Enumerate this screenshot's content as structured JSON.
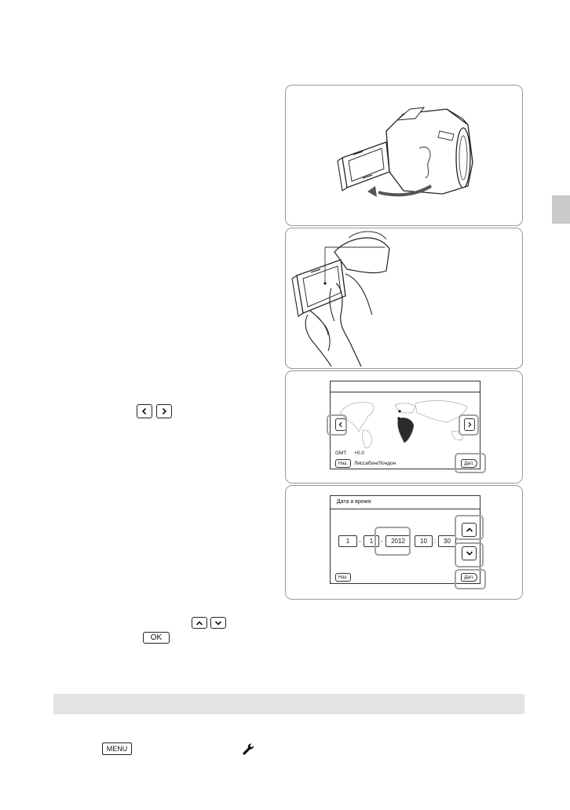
{
  "icons": {
    "left_key": "chevron-left-icon",
    "right_key": "chevron-right-icon",
    "up_key": "chevron-up-icon",
    "down_key": "chevron-down-icon",
    "wrench": "wrench-icon"
  },
  "keys": {
    "ok": "OK",
    "menu": "MENU"
  },
  "area_screen": {
    "gmt_label": "GMT",
    "gmt_offset": "+0.0",
    "back_button": "Наз.",
    "next_button": "Дал.",
    "area_name": "Лиссабон/Лондон"
  },
  "date_screen": {
    "title": "Дата и время",
    "day": "1",
    "month": "1",
    "year": "2012",
    "hour": "10",
    "minute": "30",
    "date_separator": "-",
    "time_separator": ":",
    "back_button": "Наз.",
    "next_button": "Дал."
  },
  "colors": {
    "panel_border": "#9a9a9a",
    "highlight": "#a3a3a3",
    "section_bar": "#e3e3e3",
    "side_tab": "#c9c9c9"
  }
}
